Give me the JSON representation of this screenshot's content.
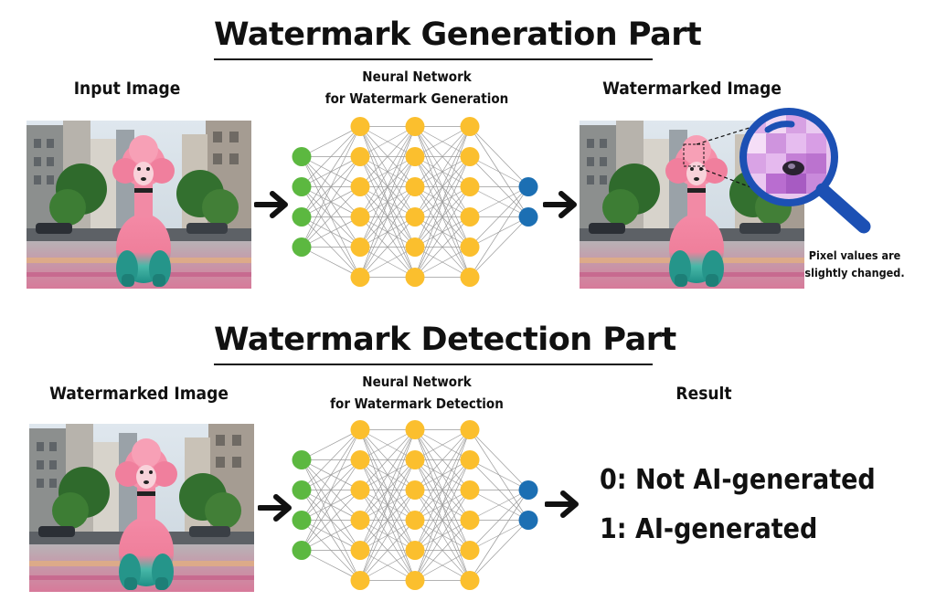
{
  "generation": {
    "title": "Watermark Generation Part",
    "input_label": "Input Image",
    "network_label_line1": "Neural Network",
    "network_label_line2": "for Watermark Generation",
    "output_label": "Watermarked Image",
    "pixel_note_line1": "Pixel values are",
    "pixel_note_line2": "slightly changed.",
    "network_layers": [
      4,
      6,
      6,
      6,
      2
    ]
  },
  "detection": {
    "title": "Watermark Detection Part",
    "input_label": "Watermarked Image",
    "network_label_line1": "Neural Network",
    "network_label_line2": "for Watermark Detection",
    "result_label": "Result",
    "result_0": "0: Not AI-generated",
    "result_1": "1: AI-generated",
    "network_layers": [
      4,
      6,
      6,
      6,
      2
    ]
  },
  "colors": {
    "input_node": "#5cb840",
    "hidden_node": "#fbbf2e",
    "output_node": "#1c6fb3",
    "edge": "#9a9a9a",
    "magnifier": "#1c50b4"
  },
  "icons": {
    "arrow": "right-arrow-icon",
    "magnifier": "magnifier-icon"
  }
}
